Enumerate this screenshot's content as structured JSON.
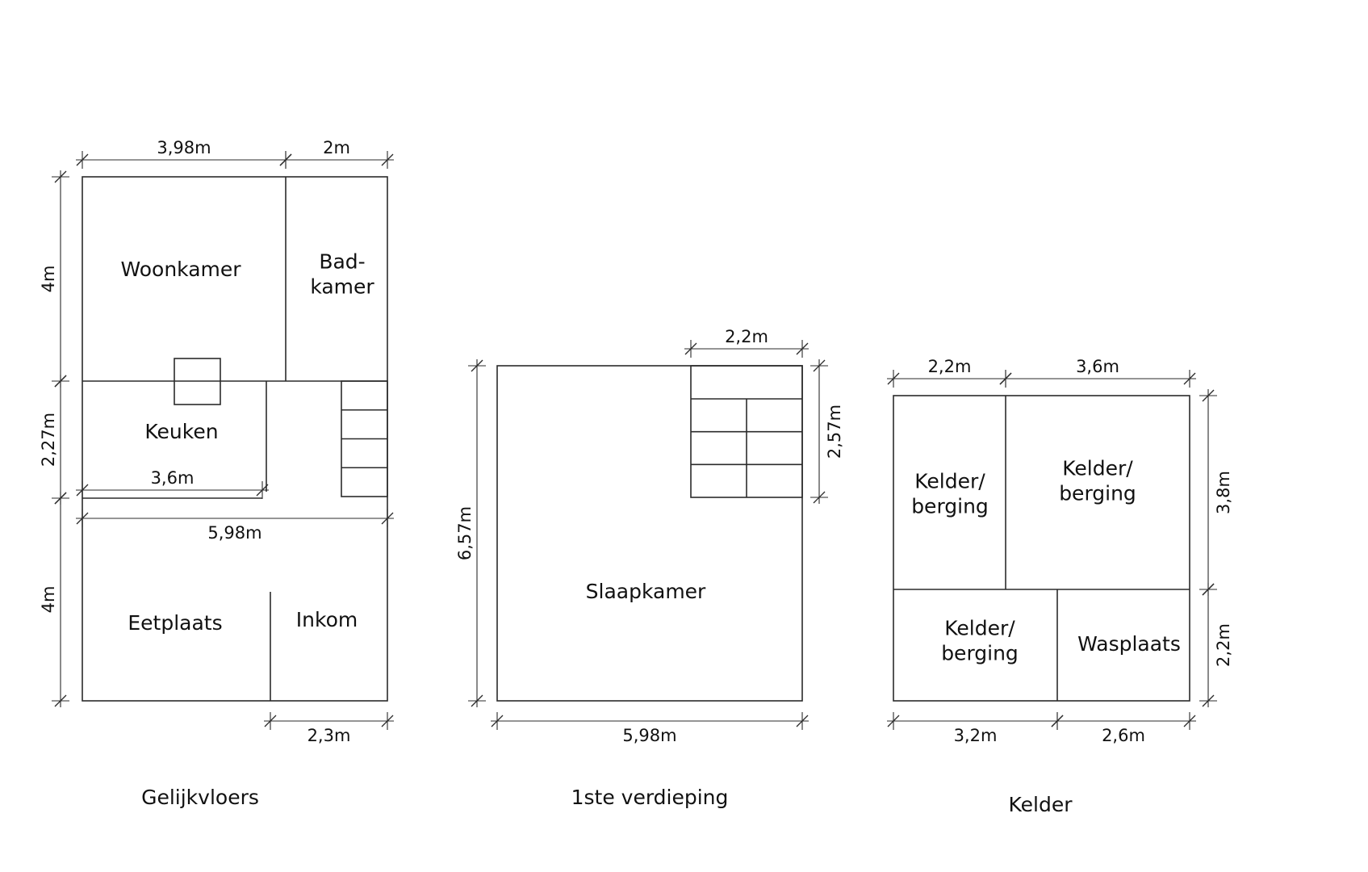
{
  "floors": [
    {
      "id": "gelijkvloers",
      "caption": "Gelijkvloers",
      "rooms": [
        {
          "id": "woonkamer",
          "label": "Woonkamer"
        },
        {
          "id": "badkamer",
          "label": "Bad-\nkamer"
        },
        {
          "id": "keuken",
          "label": "Keuken"
        },
        {
          "id": "eetplaats",
          "label": "Eetplaats"
        },
        {
          "id": "inkom",
          "label": "Inkom"
        }
      ],
      "dimensions": {
        "top_left": "3,98m",
        "top_right": "2m",
        "left_top": "4m",
        "left_middle": "2,27m",
        "left_bottom": "4m",
        "keuken_width": "3,6m",
        "total_width": "5,98m",
        "bottom_right": "2,3m"
      },
      "stair_treads": 4
    },
    {
      "id": "eerste-verdieping",
      "caption": "1ste verdieping",
      "rooms": [
        {
          "id": "slaapkamer",
          "label": "Slaapkamer"
        }
      ],
      "dimensions": {
        "stair_width": "2,2m",
        "stair_depth": "2,57m",
        "left": "6,57m",
        "bottom": "5,98m"
      },
      "stair_grid": {
        "columns": 2,
        "rows": 3
      }
    },
    {
      "id": "kelder",
      "caption": "Kelder",
      "rooms": [
        {
          "id": "kelder-berging-links",
          "label": "Kelder/\nberging"
        },
        {
          "id": "kelder-berging-rechts",
          "label": "Kelder/\nberging"
        },
        {
          "id": "kelder-berging-onder",
          "label": "Kelder/\nberging"
        },
        {
          "id": "wasplaats",
          "label": "Wasplaats"
        }
      ],
      "dimensions": {
        "top_left": "2,2m",
        "top_right": "3,6m",
        "right_top": "3,8m",
        "right_bottom": "2,2m",
        "bottom_left": "3,2m",
        "bottom_right": "2,6m"
      }
    }
  ]
}
